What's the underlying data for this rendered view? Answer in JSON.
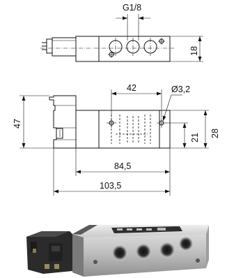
{
  "dimensions": {
    "port_thread": "G1/8",
    "top_view_height": "18",
    "hole_spacing": "42",
    "hole_diameter": "Ø3,2",
    "overall_height": "47",
    "body_height": "28",
    "mount_height": "21",
    "body_length": "84,5",
    "overall_length": "103,5"
  }
}
